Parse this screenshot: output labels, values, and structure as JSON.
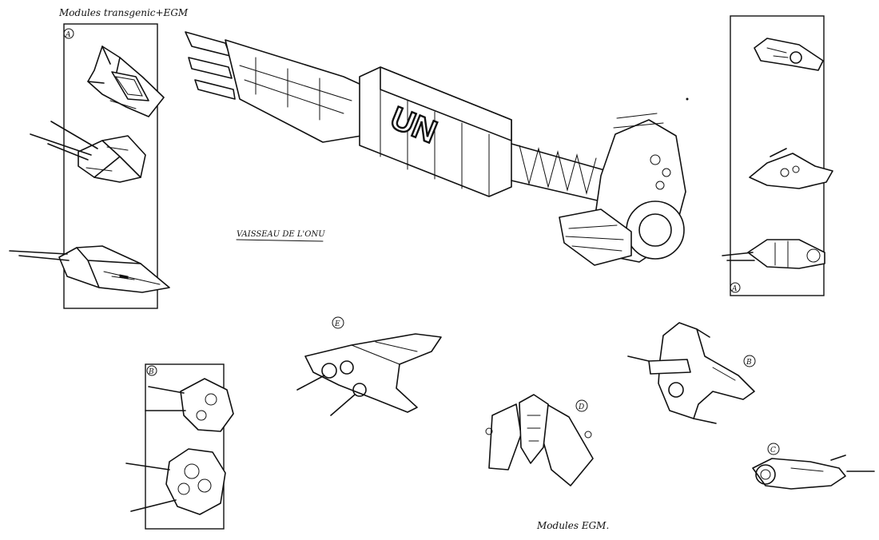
{
  "sheet": {
    "title_top_left": "Modules transgenic+EGM",
    "main_ship_caption": "VAISSEAU DE L'ONU",
    "main_ship_hull_text": "UN",
    "bottom_caption": "Modules EGM.",
    "labels": {
      "panel_left_top": "A",
      "panel_right": "A",
      "panel_left_bottom": "B",
      "ship_e": "E",
      "ship_d": "D",
      "ship_b_right": "B",
      "ship_c": "C"
    }
  }
}
